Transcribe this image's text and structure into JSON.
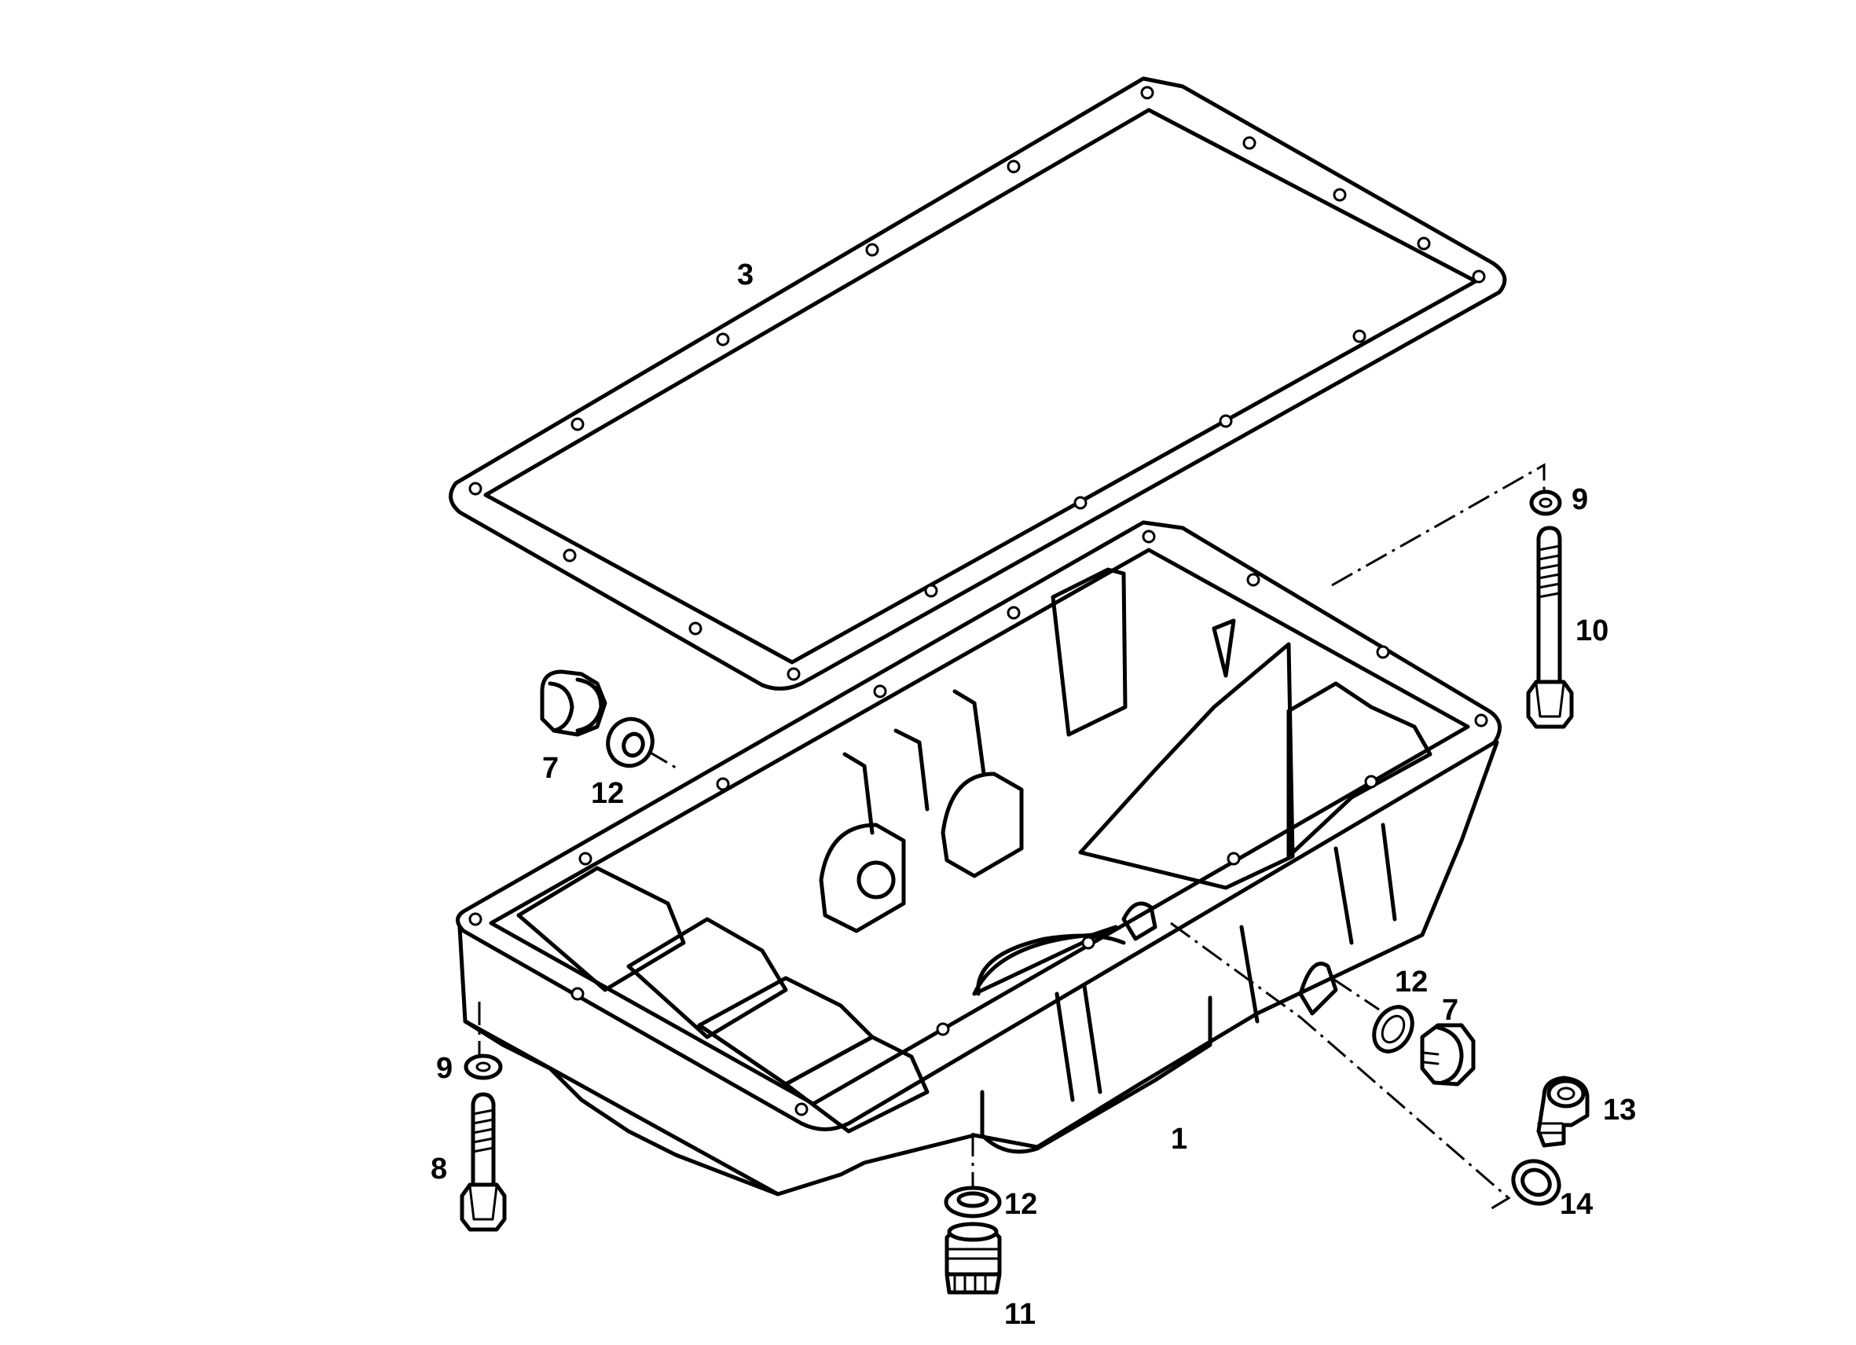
{
  "callouts": {
    "c3": "3",
    "c9a": "9",
    "c10": "10",
    "c7a": "7",
    "c12a": "12",
    "c12b": "12",
    "c7b": "7",
    "c13": "13",
    "c9b": "9",
    "c8": "8",
    "c1": "1",
    "c12c": "12",
    "c14": "14",
    "c11": "11"
  },
  "colors": {
    "line": "#000000",
    "background": "#ffffff"
  }
}
